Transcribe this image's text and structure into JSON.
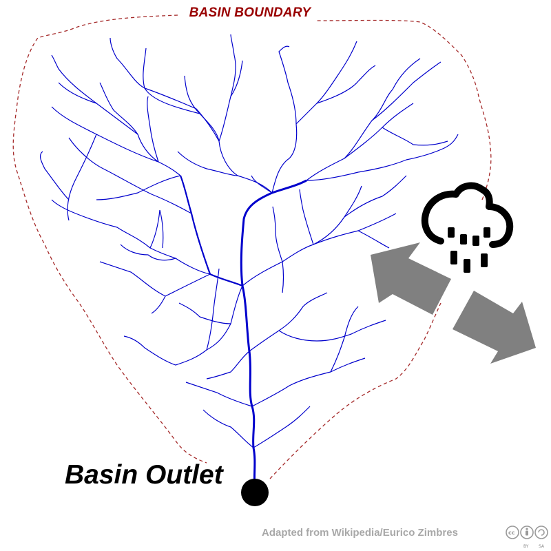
{
  "diagram": {
    "boundary_label": "BASIN BOUNDARY",
    "outlet_label": "Basin Outlet",
    "credit": "Adapted from Wikipedia/Eurico Zimbres",
    "license": {
      "by": "BY",
      "sa": "SA"
    },
    "icons": [
      "rain-cloud-icon",
      "evaporation-arrow-icon",
      "outflow-arrow-icon",
      "cc-license-icon"
    ],
    "colors": {
      "boundary": "#a52a2a",
      "river": "#0000cc",
      "arrows": "#808080",
      "label": "#990000"
    }
  }
}
